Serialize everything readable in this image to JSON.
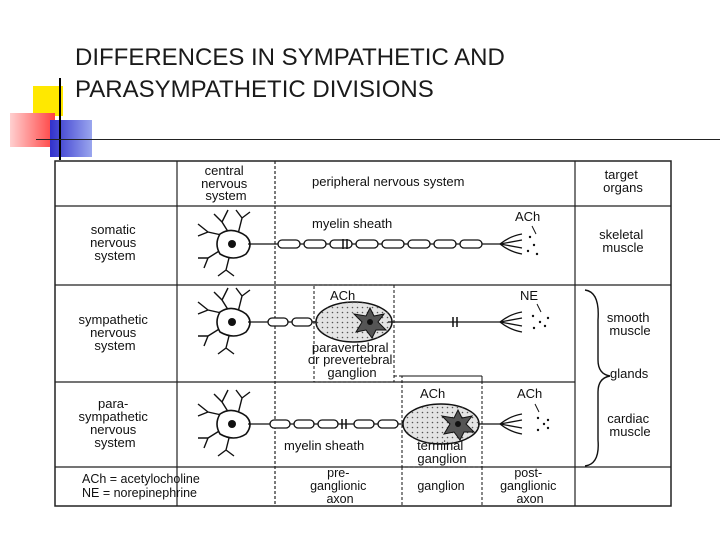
{
  "slide": {
    "title": "DIFFERENCES IN SYMPATHETIC AND PARASYMPATHETIC DIVISIONS"
  },
  "diagram": {
    "headers": {
      "cns": [
        "central",
        "nervous",
        "system"
      ],
      "pns": "peripheral nervous  system",
      "target": [
        "target",
        "organs"
      ]
    },
    "rows": {
      "somatic": [
        "somatic",
        "nervous",
        "system"
      ],
      "sympathetic": [
        "sympathetic",
        "nervous",
        "system"
      ],
      "parasympathetic": [
        "para-",
        "sympathetic",
        "nervous",
        "system"
      ]
    },
    "labels": {
      "myelin_sheath_top": "myelin sheath",
      "ach_somatic": "ACh",
      "ach_symp": "ACh",
      "ne_symp": "NE",
      "paravertebral": [
        "paravertebral",
        "or prevertebral",
        "ganglion"
      ],
      "ach_para_ganglion": "ACh",
      "ach_para_target": "ACh",
      "myelin_sheath_bottom": "myelin sheath",
      "terminal_ganglion": [
        "terminal",
        "ganglion"
      ]
    },
    "targets": {
      "skeletal": [
        "skeletal",
        "muscle"
      ],
      "smooth": [
        "smooth",
        "muscle"
      ],
      "glands": "glands",
      "cardiac": [
        "cardiac",
        "muscle"
      ]
    },
    "footer": {
      "legend_ach": "ACh = acetylocholine",
      "legend_ne": "NE = norepinephrine",
      "preganglionic": [
        "pre-",
        "ganglionic",
        "axon"
      ],
      "ganglion": "ganglion",
      "postganglionic": [
        "post-",
        "ganglionic",
        "axon"
      ]
    }
  }
}
